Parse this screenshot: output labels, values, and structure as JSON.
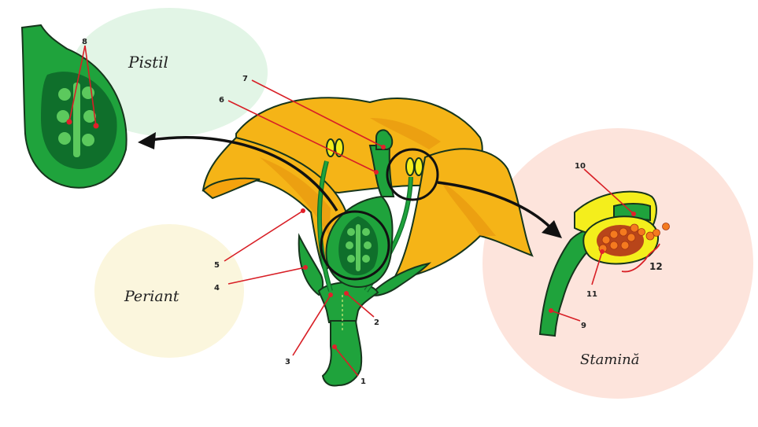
{
  "diagram": {
    "regions": {
      "pistil": "Pistil",
      "periant": "Periant",
      "stamina": "Stamină"
    },
    "labels": [
      "1",
      "2",
      "3",
      "4",
      "5",
      "6",
      "7",
      "8",
      "9",
      "10",
      "11",
      "12"
    ]
  },
  "colors": {
    "petal": "#f5b417",
    "petal_dark": "#e38f0c",
    "green": "#1fa33c",
    "green_dark": "#0f6f2b",
    "green_light": "#5cc95d",
    "anther": "#f4ee1c",
    "pollen": "#f47a1f",
    "pistil_bg": "#e2f5e6",
    "periant_bg": "#fbf6dd",
    "stamina_bg": "#fde4dc",
    "leader": "#d81f26"
  }
}
